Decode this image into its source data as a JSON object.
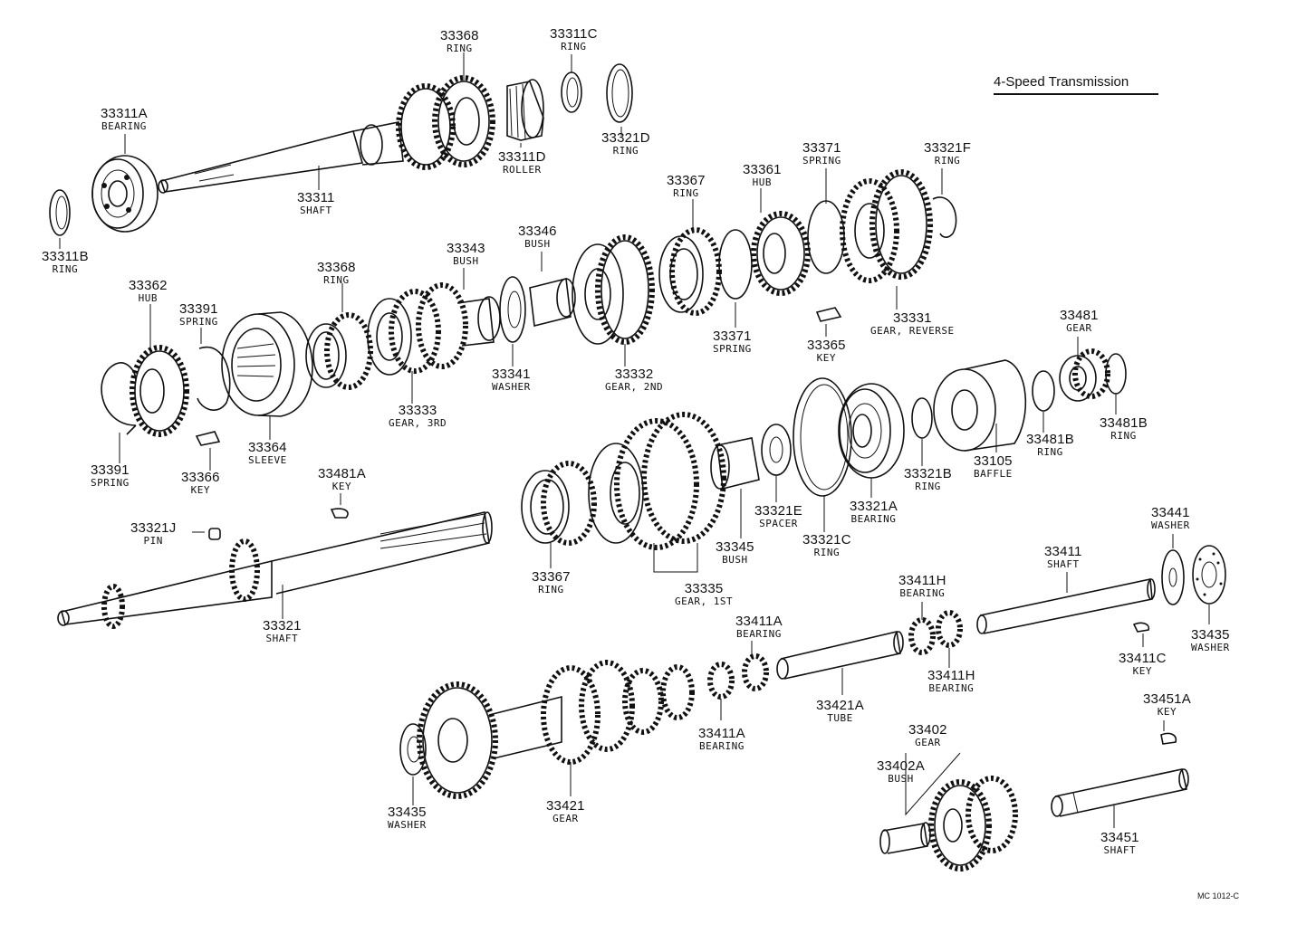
{
  "title": "4-Speed Transmission",
  "drawing_code": "MC 1012-C",
  "labels": {
    "p33368a": {
      "number": "33368",
      "name": "RING"
    },
    "p33311c": {
      "number": "33311C",
      "name": "RING"
    },
    "p33311a": {
      "number": "33311A",
      "name": "BEARING"
    },
    "p33321d": {
      "number": "33321D",
      "name": "RING"
    },
    "p33311d": {
      "number": "33311D",
      "name": "ROLLER"
    },
    "p33311": {
      "number": "33311",
      "name": "SHAFT"
    },
    "p33311b": {
      "number": "33311B",
      "name": "RING"
    },
    "p33371a": {
      "number": "33371",
      "name": "SPRING"
    },
    "p33321f": {
      "number": "33321F",
      "name": "RING"
    },
    "p33367a": {
      "number": "33367",
      "name": "RING"
    },
    "p33361": {
      "number": "33361",
      "name": "HUB"
    },
    "p33346": {
      "number": "33346",
      "name": "BUSH"
    },
    "p33343": {
      "number": "33343",
      "name": "BUSH"
    },
    "p33368b": {
      "number": "33368",
      "name": "RING"
    },
    "p33362": {
      "number": "33362",
      "name": "HUB"
    },
    "p33391a": {
      "number": "33391",
      "name": "SPRING"
    },
    "p33331": {
      "number": "33331",
      "name": "GEAR, REVERSE"
    },
    "p33371b": {
      "number": "33371",
      "name": "SPRING"
    },
    "p33365": {
      "number": "33365",
      "name": "KEY"
    },
    "p33481": {
      "number": "33481",
      "name": "GEAR"
    },
    "p33341": {
      "number": "33341",
      "name": "WASHER"
    },
    "p33332": {
      "number": "33332",
      "name": "GEAR, 2ND"
    },
    "p33333": {
      "number": "33333",
      "name": "GEAR, 3RD"
    },
    "p33481b1": {
      "number": "33481B",
      "name": "RING"
    },
    "p33481b2": {
      "number": "33481B",
      "name": "RING"
    },
    "p33391b": {
      "number": "33391",
      "name": "SPRING"
    },
    "p33366": {
      "number": "33366",
      "name": "KEY"
    },
    "p33364": {
      "number": "33364",
      "name": "SLEEVE"
    },
    "p33105": {
      "number": "33105",
      "name": "BAFFLE"
    },
    "p33321b": {
      "number": "33321B",
      "name": "RING"
    },
    "p33481a": {
      "number": "33481A",
      "name": "KEY"
    },
    "p33321e": {
      "number": "33321E",
      "name": "SPACER"
    },
    "p33321a": {
      "number": "33321A",
      "name": "BEARING"
    },
    "p33321j": {
      "number": "33321J",
      "name": "PIN"
    },
    "p33321c": {
      "number": "33321C",
      "name": "RING"
    },
    "p33441": {
      "number": "33441",
      "name": "WASHER"
    },
    "p33345": {
      "number": "33345",
      "name": "BUSH"
    },
    "p33411": {
      "number": "33411",
      "name": "SHAFT"
    },
    "p33367b": {
      "number": "33367",
      "name": "RING"
    },
    "p33335": {
      "number": "33335",
      "name": "GEAR, 1ST"
    },
    "p33411h1": {
      "number": "33411H",
      "name": "BEARING"
    },
    "p33321": {
      "number": "33321",
      "name": "SHAFT"
    },
    "p33411a1": {
      "number": "33411A",
      "name": "BEARING"
    },
    "p33435b": {
      "number": "33435",
      "name": "WASHER"
    },
    "p33411c": {
      "number": "33411C",
      "name": "KEY"
    },
    "p33411h2": {
      "number": "33411H",
      "name": "BEARING"
    },
    "p33421a": {
      "number": "33421A",
      "name": "TUBE"
    },
    "p33451a": {
      "number": "33451A",
      "name": "KEY"
    },
    "p33411a2": {
      "number": "33411A",
      "name": "BEARING"
    },
    "p33402": {
      "number": "33402",
      "name": "GEAR"
    },
    "p33402a": {
      "number": "33402A",
      "name": "BUSH"
    },
    "p33421": {
      "number": "33421",
      "name": "GEAR"
    },
    "p33435a": {
      "number": "33435",
      "name": "WASHER"
    },
    "p33451": {
      "number": "33451",
      "name": "SHAFT"
    }
  }
}
